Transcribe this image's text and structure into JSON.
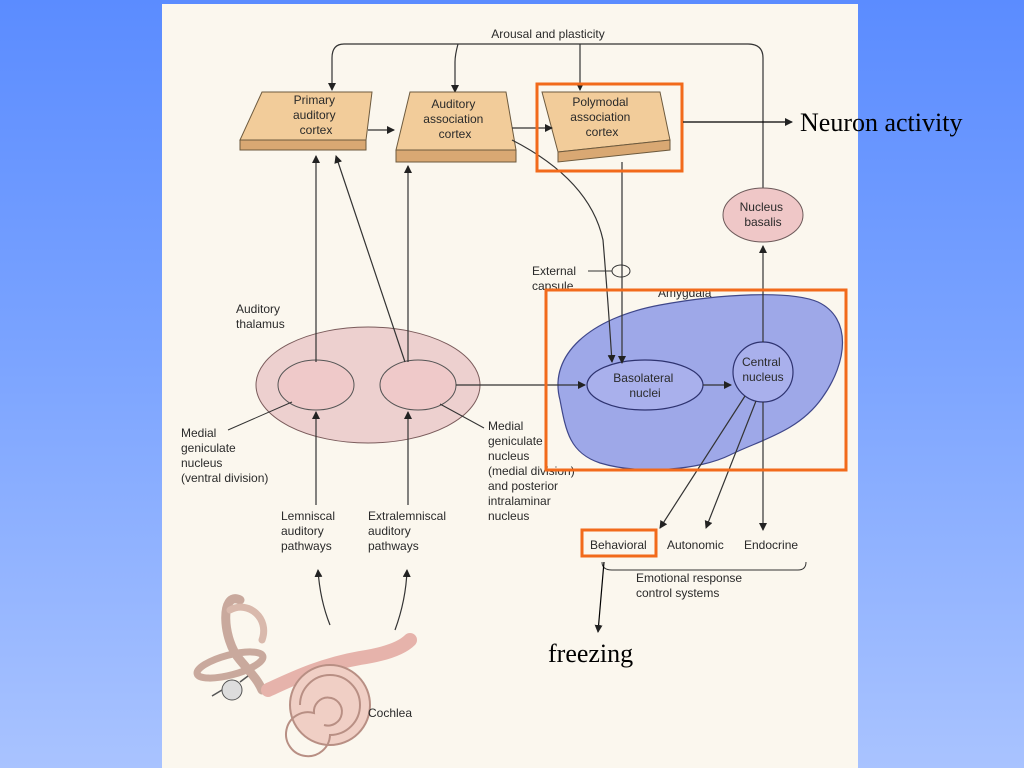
{
  "labels": {
    "arousal": "Arousal and plasticity",
    "primary": [
      "Primary",
      "auditory",
      "cortex"
    ],
    "association": [
      "Auditory",
      "association",
      "cortex"
    ],
    "polymodal": [
      "Polymodal",
      "association",
      "cortex"
    ],
    "nucleus_basalis": [
      "Nucleus",
      "basalis"
    ],
    "external_capsule": [
      "External",
      "capsule"
    ],
    "amygdala": "Amygdala",
    "auditory_thalamus": [
      "Auditory",
      "thalamus"
    ],
    "basolateral": [
      "Basolateral",
      "nuclei"
    ],
    "central": [
      "Central",
      "nucleus"
    ],
    "mgn_ventral": [
      "Medial",
      "geniculate",
      "nucleus",
      "(ventral division)"
    ],
    "mgn_medial": [
      "Medial",
      "geniculate",
      "nucleus",
      "(medial division)",
      "and posterior",
      "intralaminar",
      "nucleus"
    ],
    "lemniscal": [
      "Lemniscal",
      "auditory",
      "pathways"
    ],
    "extralemniscal": [
      "Extralemniscal",
      "auditory",
      "pathways"
    ],
    "behavioral": "Behavioral",
    "autonomic": "Autonomic",
    "endocrine": "Endocrine",
    "emotional": [
      "Emotional response",
      "control systems"
    ],
    "cochlea": "Cochlea"
  },
  "annotations": {
    "neuron_activity": "Neuron activity",
    "freezing": "freezing"
  },
  "colors": {
    "cortex_fill": "#f2cc9a",
    "thalamus_fill": "#edd0cf",
    "amygdala_fill": "#9ea8e8",
    "basalis_fill": "#efc7c7",
    "highlight": "#f26a1b",
    "background_top": "#5b8cff",
    "background_bottom": "#a9c3ff"
  }
}
